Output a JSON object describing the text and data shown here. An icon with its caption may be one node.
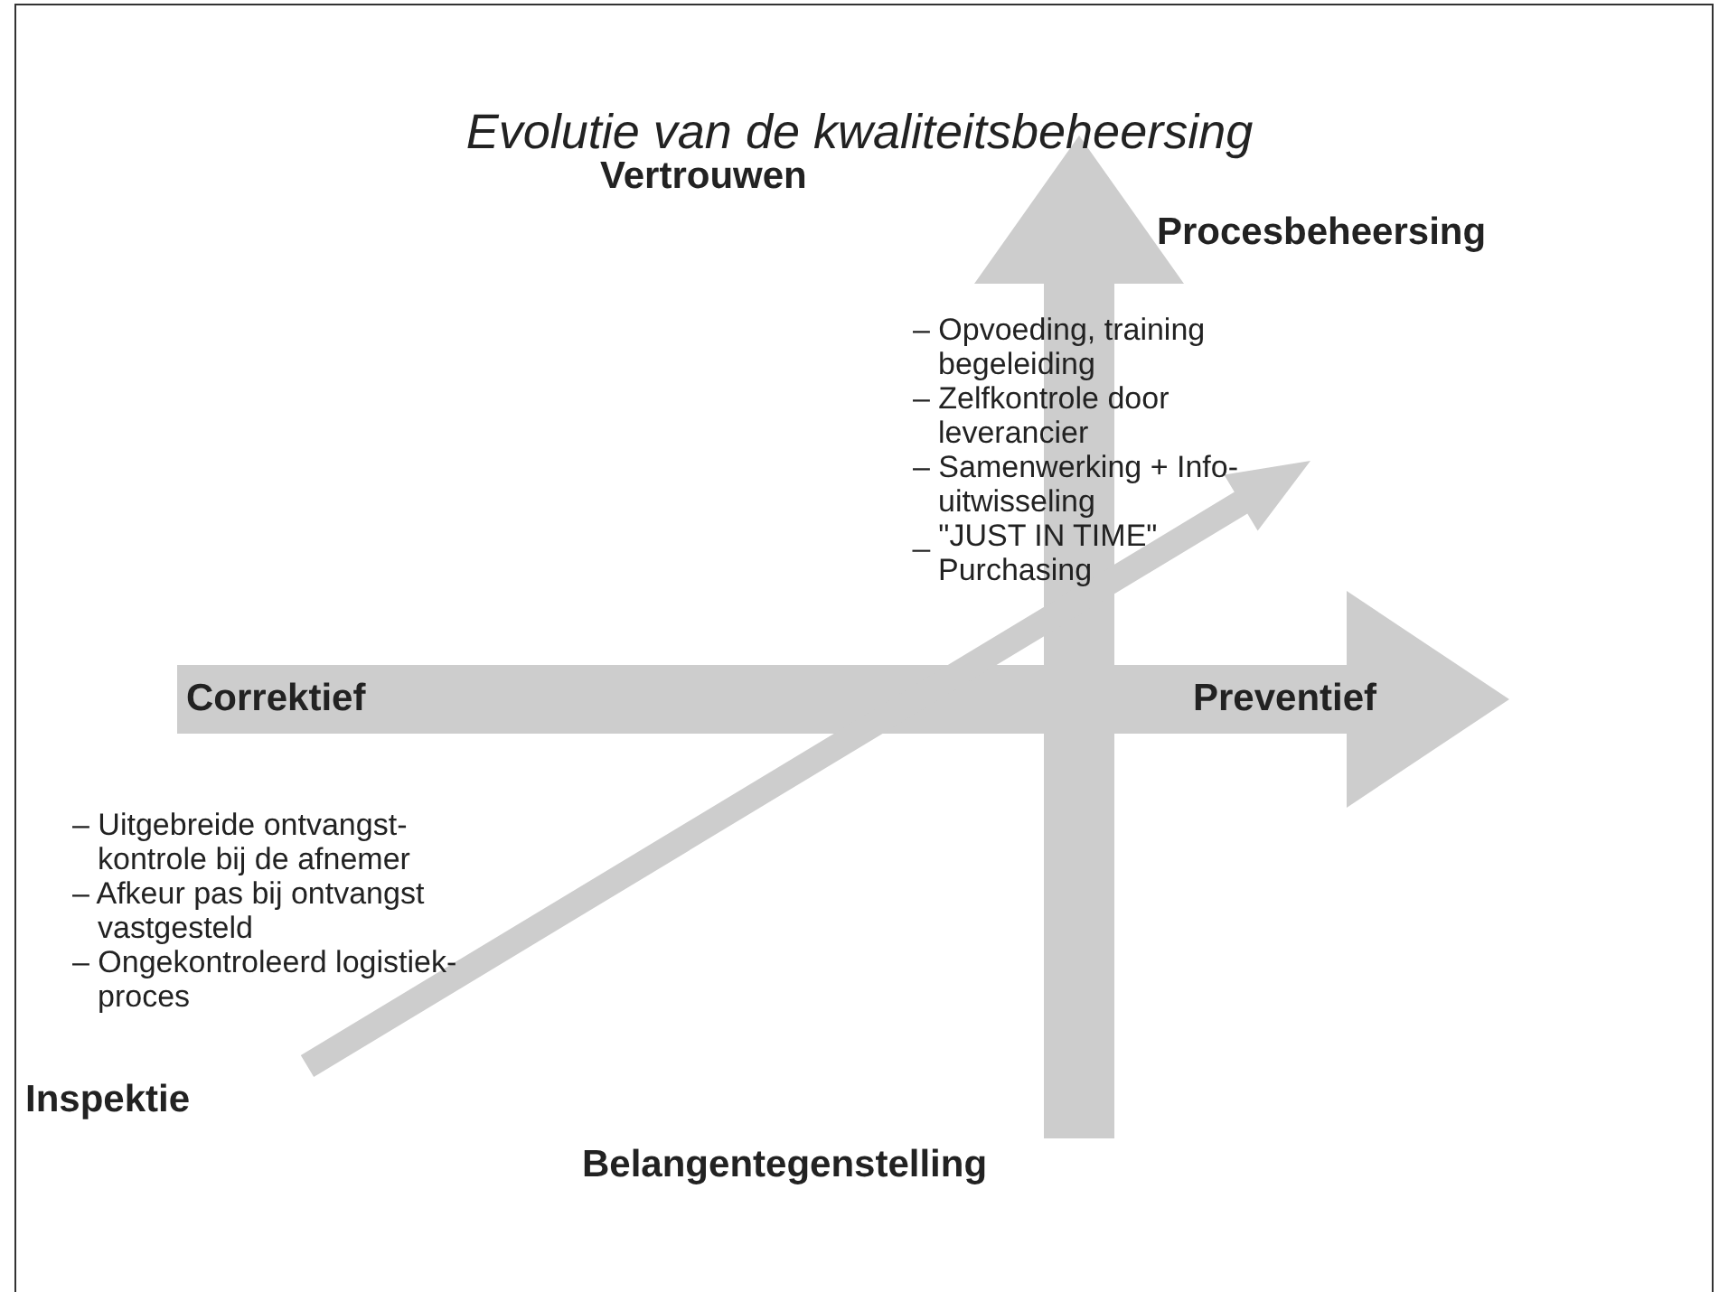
{
  "diagram": {
    "title": "Evolutie van de kwaliteitsbeheersing",
    "nodes": [
      {
        "text": [
          "Vertrouwen"
        ]
      },
      {
        "text": [
          "Procesbeheersing"
        ]
      },
      {
        "text": [
          "Correktief"
        ]
      },
      {
        "text": [
          "Preventief"
        ]
      },
      {
        "text": [
          "Inspektie"
        ]
      },
      {
        "text": [
          "Belangentegenstelling"
        ]
      }
    ],
    "edges": [
      {
        "from": 5,
        "to": 0,
        "arrow": "to"
      },
      {
        "from": 2,
        "to": 3,
        "arrow": "to"
      },
      {
        "from": 4,
        "to": 1,
        "arrow": "to"
      }
    ],
    "labels": [
      "– Opvoeding, training begeleiding",
      "– Zelfkontrole door leverancier",
      "– Samenwerking + Info-uitwisseling",
      "_ \"JUST IN TIME\" Purchasing",
      "– Uitgebreide ontvangst- kontrole bij de afnemer",
      "– Afkeur pas bij ontvangst vastgesteld",
      "– Ongekontroleerd logistiek- proces"
    ]
  }
}
